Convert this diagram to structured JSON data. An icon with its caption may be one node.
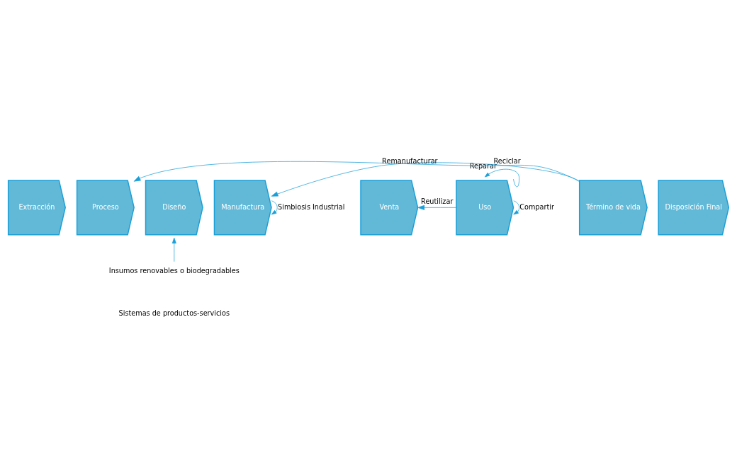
{
  "diagram": {
    "nodes": [
      {
        "text": [
          "Extracción"
        ]
      },
      {
        "text": [
          "Proceso"
        ]
      },
      {
        "text": [
          "Diseño"
        ]
      },
      {
        "text": [
          "Manufactura"
        ]
      },
      {
        "text": [
          "Venta"
        ]
      },
      {
        "text": [
          "Uso"
        ]
      },
      {
        "text": [
          "Término de vida"
        ]
      },
      {
        "text": [
          "Disposición Final"
        ]
      },
      {
        "text": [
          "Insumos renovables o biodegradables"
        ]
      }
    ],
    "edges": [
      {
        "from": 6,
        "to": 1,
        "arrow": "to",
        "label": "Reciclar"
      },
      {
        "from": 6,
        "to": 3,
        "arrow": "to",
        "label": "Remanufacturar"
      },
      {
        "from": 5,
        "to": 4,
        "arrow": "to",
        "label": "Reutilizar"
      },
      {
        "from": 5,
        "to": 5,
        "arrow": "to",
        "label": "Reparar"
      },
      {
        "from": 8,
        "to": 2,
        "arrow": "to"
      },
      {
        "from": 3,
        "to": 3,
        "arrow": "to",
        "label": "Simbiosis Industrial"
      },
      {
        "from": 5,
        "to": 5,
        "arrow": "to",
        "label": "Compartir"
      }
    ],
    "labels": [
      "Sistemas de productos-servicios"
    ]
  }
}
